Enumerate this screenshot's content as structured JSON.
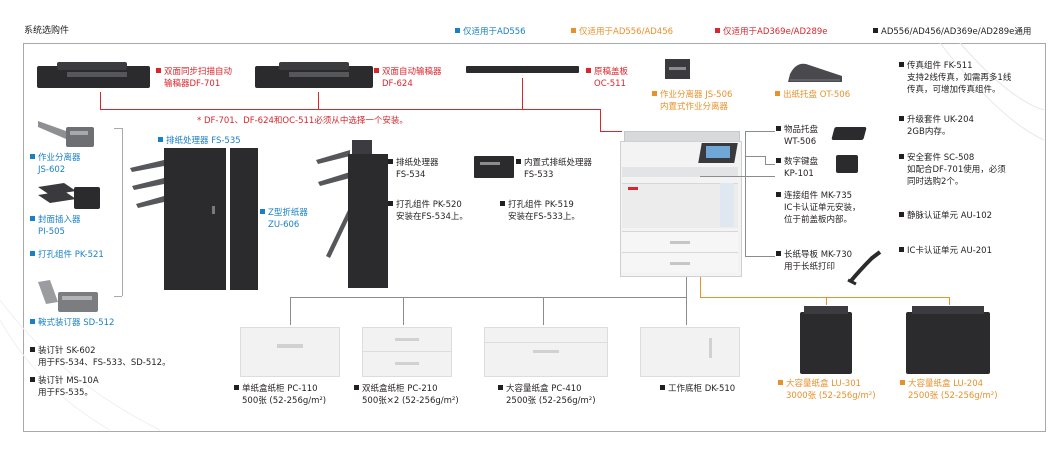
{
  "header": {
    "title": "系统选购件",
    "legend": [
      {
        "label": "仅适用于AD556",
        "color": "blue"
      },
      {
        "label": "仅适用于AD556/AD456",
        "color": "orange"
      },
      {
        "label": "仅适用于AD369e/AD289e",
        "color": "red"
      },
      {
        "label": "AD556/AD456/AD369e/AD289e通用",
        "color": "blk"
      }
    ]
  },
  "colors": {
    "blue": "#1a80c4",
    "orange": "#e8912b",
    "red": "#d9262c",
    "black": "#231f20"
  },
  "top": {
    "df701_line1": "双面同步扫描自动",
    "df701_line2": "输稿器DF-701",
    "df624_line1": "双面自动输稿器",
    "df624_line2": "DF-624",
    "oc511_line1": "原稿盖板",
    "oc511_line2": "OC-511",
    "note": "* DF-701、DF-624和OC-511必须从中选择一个安装。",
    "js506_line1": "作业分离器 JS-506",
    "js506_line2": "内置式作业分离器",
    "ot506": "出纸托盘 OT-506"
  },
  "left": {
    "fs535": "排纸处理器 FS-535",
    "js602_line1": "作业分离器",
    "js602_line2": "JS-602",
    "pi505_line1": "封面插入器",
    "pi505_line2": "PI-505",
    "pk521": "打孔组件 PK-521",
    "sd512": "鞍式装订器 SD-512",
    "zu606_line1": "Z型折纸器",
    "zu606_line2": "ZU-606",
    "sk602_line1": "装订针 SK-602",
    "sk602_line2": "用于FS-534、FS-533、SD-512。",
    "ms10a_line1": "装订针 MS-10A",
    "ms10a_line2": "用于FS-535。"
  },
  "middle": {
    "fs534_line1": "排纸处理器",
    "fs534_line2": "FS-534",
    "fs533_line1": "内置式排纸处理器",
    "fs533_line2": "FS-533",
    "pk520_line1": "打孔组件 PK-520",
    "pk520_line2": "安装在FS-534上。",
    "pk519_line1": "打孔组件 PK-519",
    "pk519_line2": "安装在FS-533上。"
  },
  "right_opts": {
    "wt506_line1": "物品托盘",
    "wt506_line2": "WT-506",
    "kp101_line1": "数字键盘",
    "kp101_line2": "KP-101",
    "mk735_line1": "连接组件 MK-735",
    "mk735_line2": "IC卡认证单元安装，",
    "mk735_line3": "位于前盖板内部。",
    "mk730_line1": "长纸导板 MK-730",
    "mk730_line2": "用于长纸打印"
  },
  "far_right": {
    "fk511_line1": "传真组件 FK-511",
    "fk511_line2": "支持2线传真，如需再多1线",
    "fk511_line3": "传真，可增加传真组件。",
    "uk204_line1": "升级套件 UK-204",
    "uk204_line2": "2GB内存。",
    "sc508_line1": "安全套件 SC-508",
    "sc508_line2": "如配合DF-701使用，必须",
    "sc508_line3": "同时选购2个。",
    "au102": "静脉认证单元 AU-102",
    "au201": "IC卡认证单元 AU-201"
  },
  "bottom": {
    "pc110_line1": "单纸盒纸柜 PC-110",
    "pc110_line2": "500张 (52-256g/m²)",
    "pc210_line1": "双纸盒纸柜 PC-210",
    "pc210_line2": "500张×2 (52-256g/m²)",
    "pc410_line1": "大容量纸盒 PC-410",
    "pc410_line2": "2500张 (52-256g/m²)",
    "dk510": "工作底柜 DK-510",
    "lu301_line1": "大容量纸盒 LU-301",
    "lu301_line2": "3000张 (52-256g/m²)",
    "lu204_line1": "大容量纸盒 LU-204",
    "lu204_line2": "2500张 (52-256g/m²)"
  }
}
